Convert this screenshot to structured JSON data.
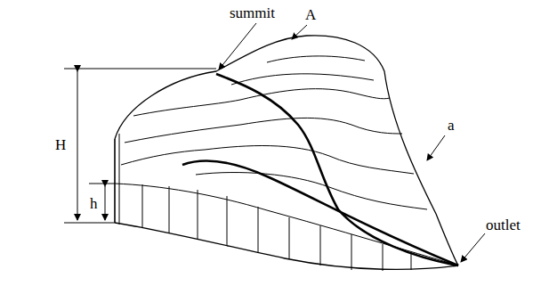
{
  "diagram": {
    "labels": [
      "summit",
      "A",
      "H",
      "h",
      "a",
      "outlet"
    ]
  }
}
